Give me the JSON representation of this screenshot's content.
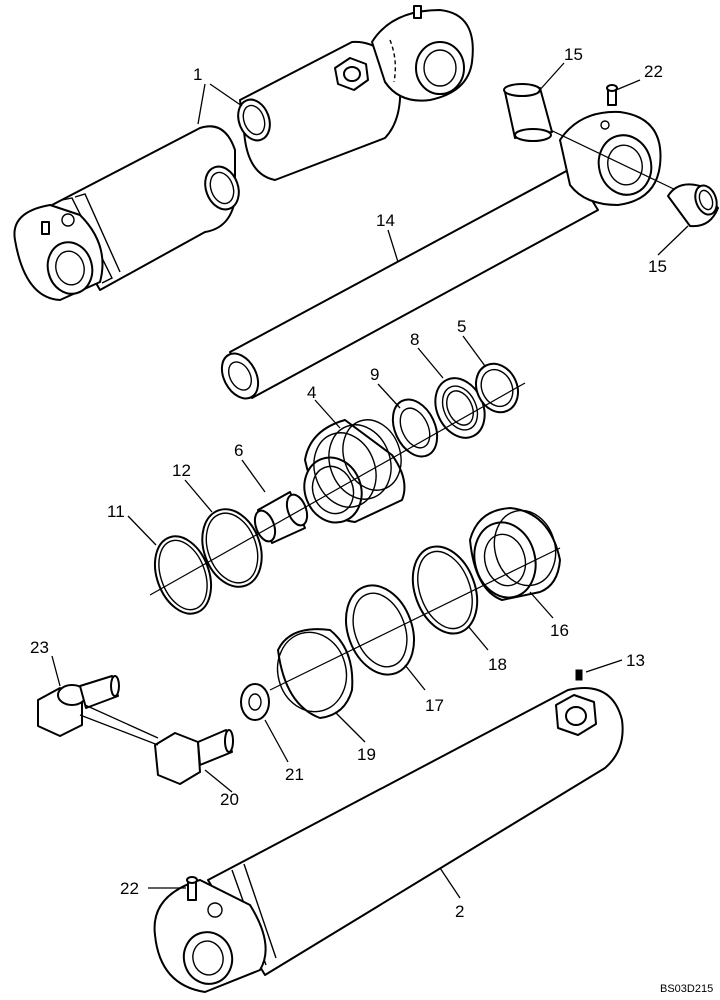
{
  "diagram": {
    "drawing_code": "BS03D215",
    "callouts": [
      {
        "id": "c1",
        "label": "1"
      },
      {
        "id": "c15a",
        "label": "15"
      },
      {
        "id": "c22a",
        "label": "22"
      },
      {
        "id": "c14",
        "label": "14"
      },
      {
        "id": "c15b",
        "label": "15"
      },
      {
        "id": "c5",
        "label": "5"
      },
      {
        "id": "c8",
        "label": "8"
      },
      {
        "id": "c9",
        "label": "9"
      },
      {
        "id": "c4",
        "label": "4"
      },
      {
        "id": "c6",
        "label": "6"
      },
      {
        "id": "c12",
        "label": "12"
      },
      {
        "id": "c11",
        "label": "11"
      },
      {
        "id": "c16",
        "label": "16"
      },
      {
        "id": "c18",
        "label": "18"
      },
      {
        "id": "c17",
        "label": "17"
      },
      {
        "id": "c19",
        "label": "19"
      },
      {
        "id": "c23",
        "label": "23"
      },
      {
        "id": "c13",
        "label": "13"
      },
      {
        "id": "c21",
        "label": "21"
      },
      {
        "id": "c20",
        "label": "20"
      },
      {
        "id": "c22b",
        "label": "22"
      },
      {
        "id": "c2",
        "label": "2"
      }
    ]
  }
}
